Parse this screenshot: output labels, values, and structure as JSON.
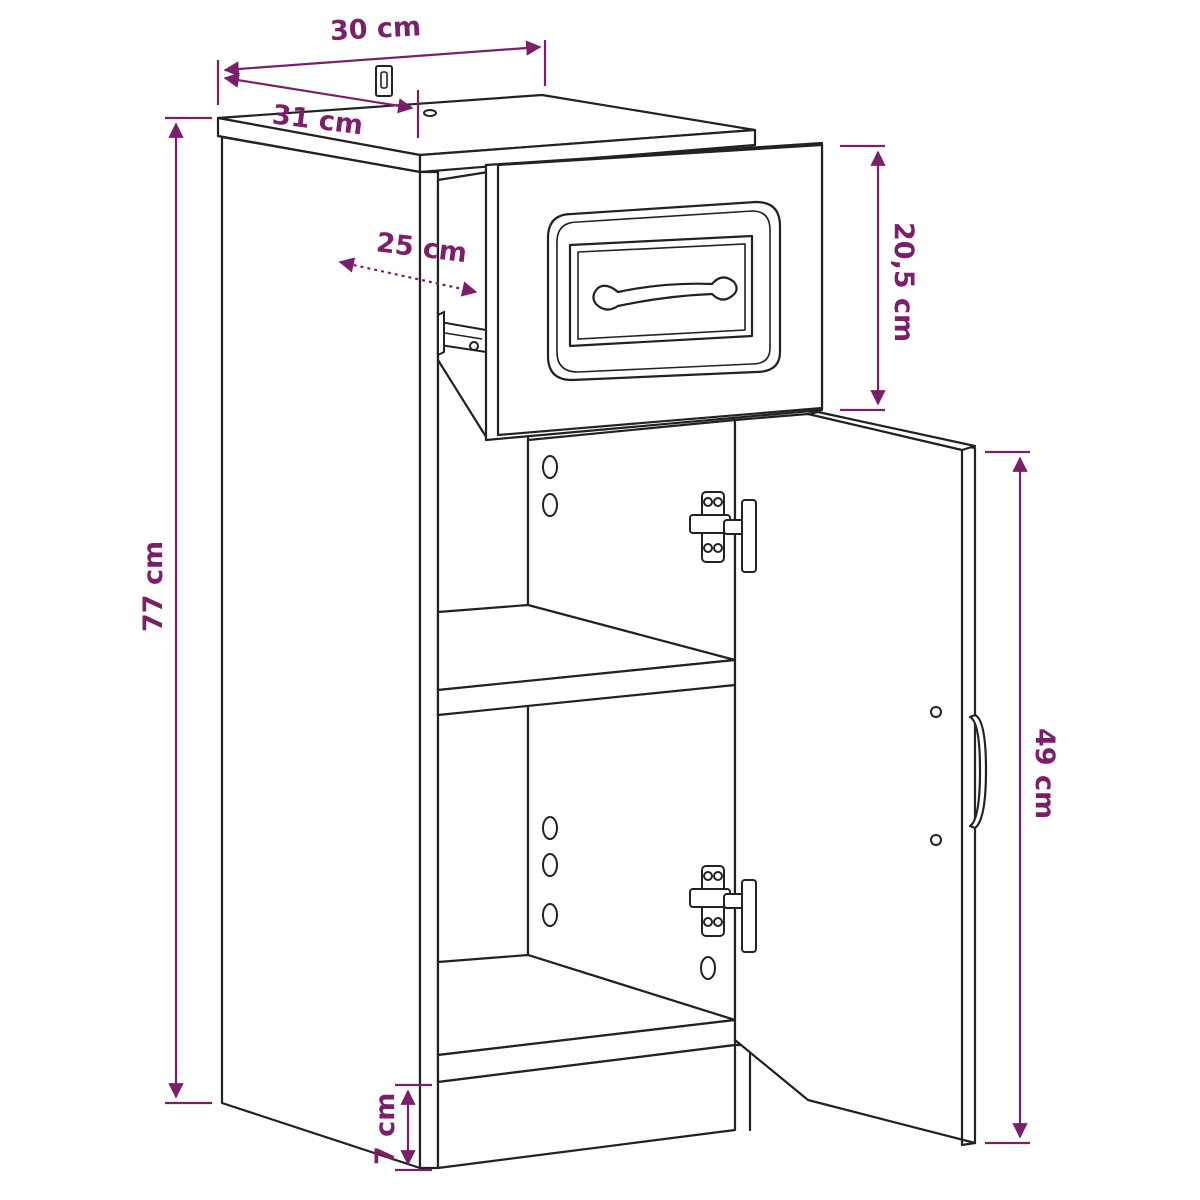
{
  "dimensions": {
    "width_top": "30 cm",
    "depth_top": "31 cm",
    "drawer_depth": "25 cm",
    "drawer_height": "20,5 cm",
    "total_height": "77 cm",
    "door_height": "49 cm",
    "base_height": "7 cm"
  },
  "colors": {
    "dimension": "#7b1f6b",
    "outline": "#222222"
  }
}
